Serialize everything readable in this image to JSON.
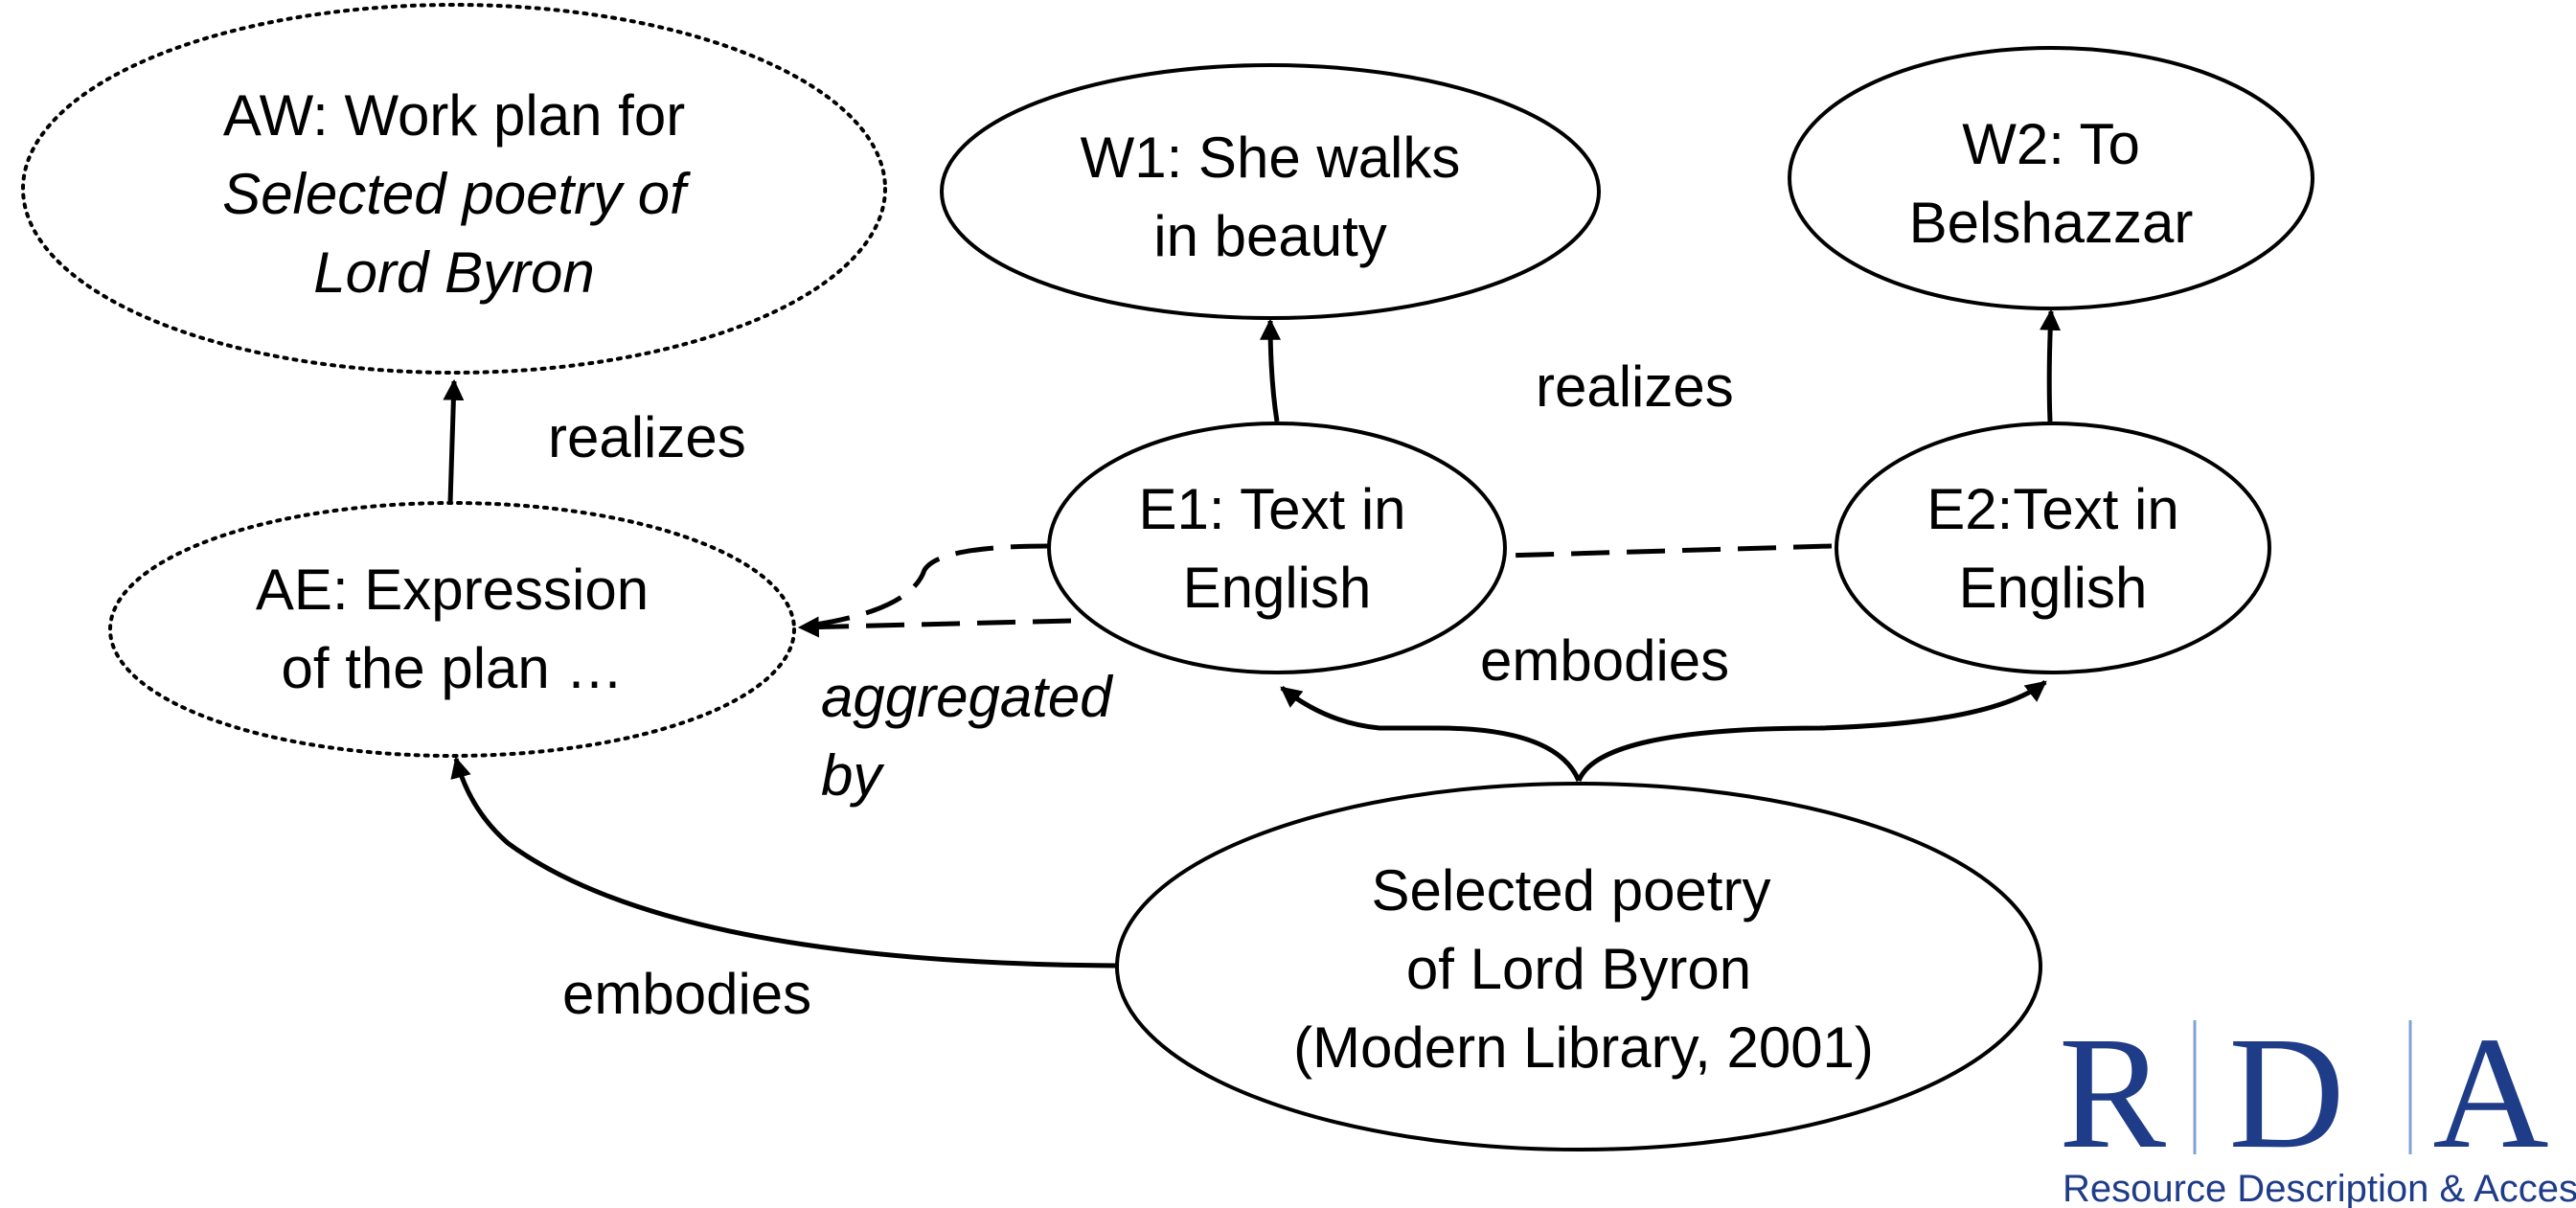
{
  "nodes": {
    "aw": {
      "line1": "AW: Work plan for",
      "line2": "Selected poetry of",
      "line3": "Lord Byron"
    },
    "w1": {
      "line1": "W1: She walks",
      "line2": "in beauty"
    },
    "w2": {
      "line1": "W2: To",
      "line2": "Belshazzar"
    },
    "ae": {
      "line1": "AE: Expression",
      "line2": "of the plan …"
    },
    "e1": {
      "line1": "E1: Text in",
      "line2": "English"
    },
    "e2": {
      "line1": "E2:Text in",
      "line2": "English"
    },
    "manifestation": {
      "line1": "Selected poetry",
      "line2": "of Lord Byron",
      "line3": "(Modern Library, 2001)"
    }
  },
  "edges": {
    "realizes_aw": "realizes",
    "realizes_w": "realizes",
    "aggregated_by_line1": "aggregated",
    "aggregated_by_line2": "by",
    "embodies_e": "embodies",
    "embodies_ae": "embodies"
  },
  "logo": {
    "letter_r": "R",
    "letter_d": "D",
    "letter_a": "A",
    "tagline": "Resource Description & Access",
    "color": "#1f3c88"
  }
}
